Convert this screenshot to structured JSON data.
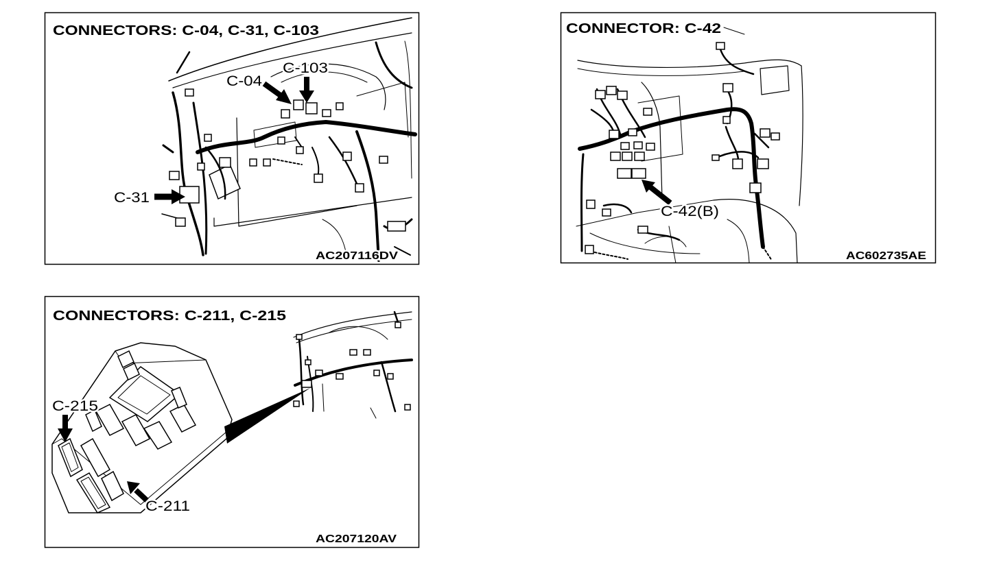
{
  "colors": {
    "ink": "#000000",
    "background": "#ffffff"
  },
  "panels": [
    {
      "title": "CONNECTORS: C-04, C-31, C-103",
      "labels": {
        "c04": "C-04",
        "c103": "C-103",
        "c31": "C-31"
      },
      "code": "AC207116DV"
    },
    {
      "title": "CONNECTOR: C-42",
      "labels": {
        "c42b": "C-42(B)"
      },
      "code": "AC602735AE"
    },
    {
      "title": "CONNECTORS: C-211, C-215",
      "labels": {
        "c215": "C-215",
        "c211": "C-211"
      },
      "code": "AC207120AV"
    }
  ]
}
